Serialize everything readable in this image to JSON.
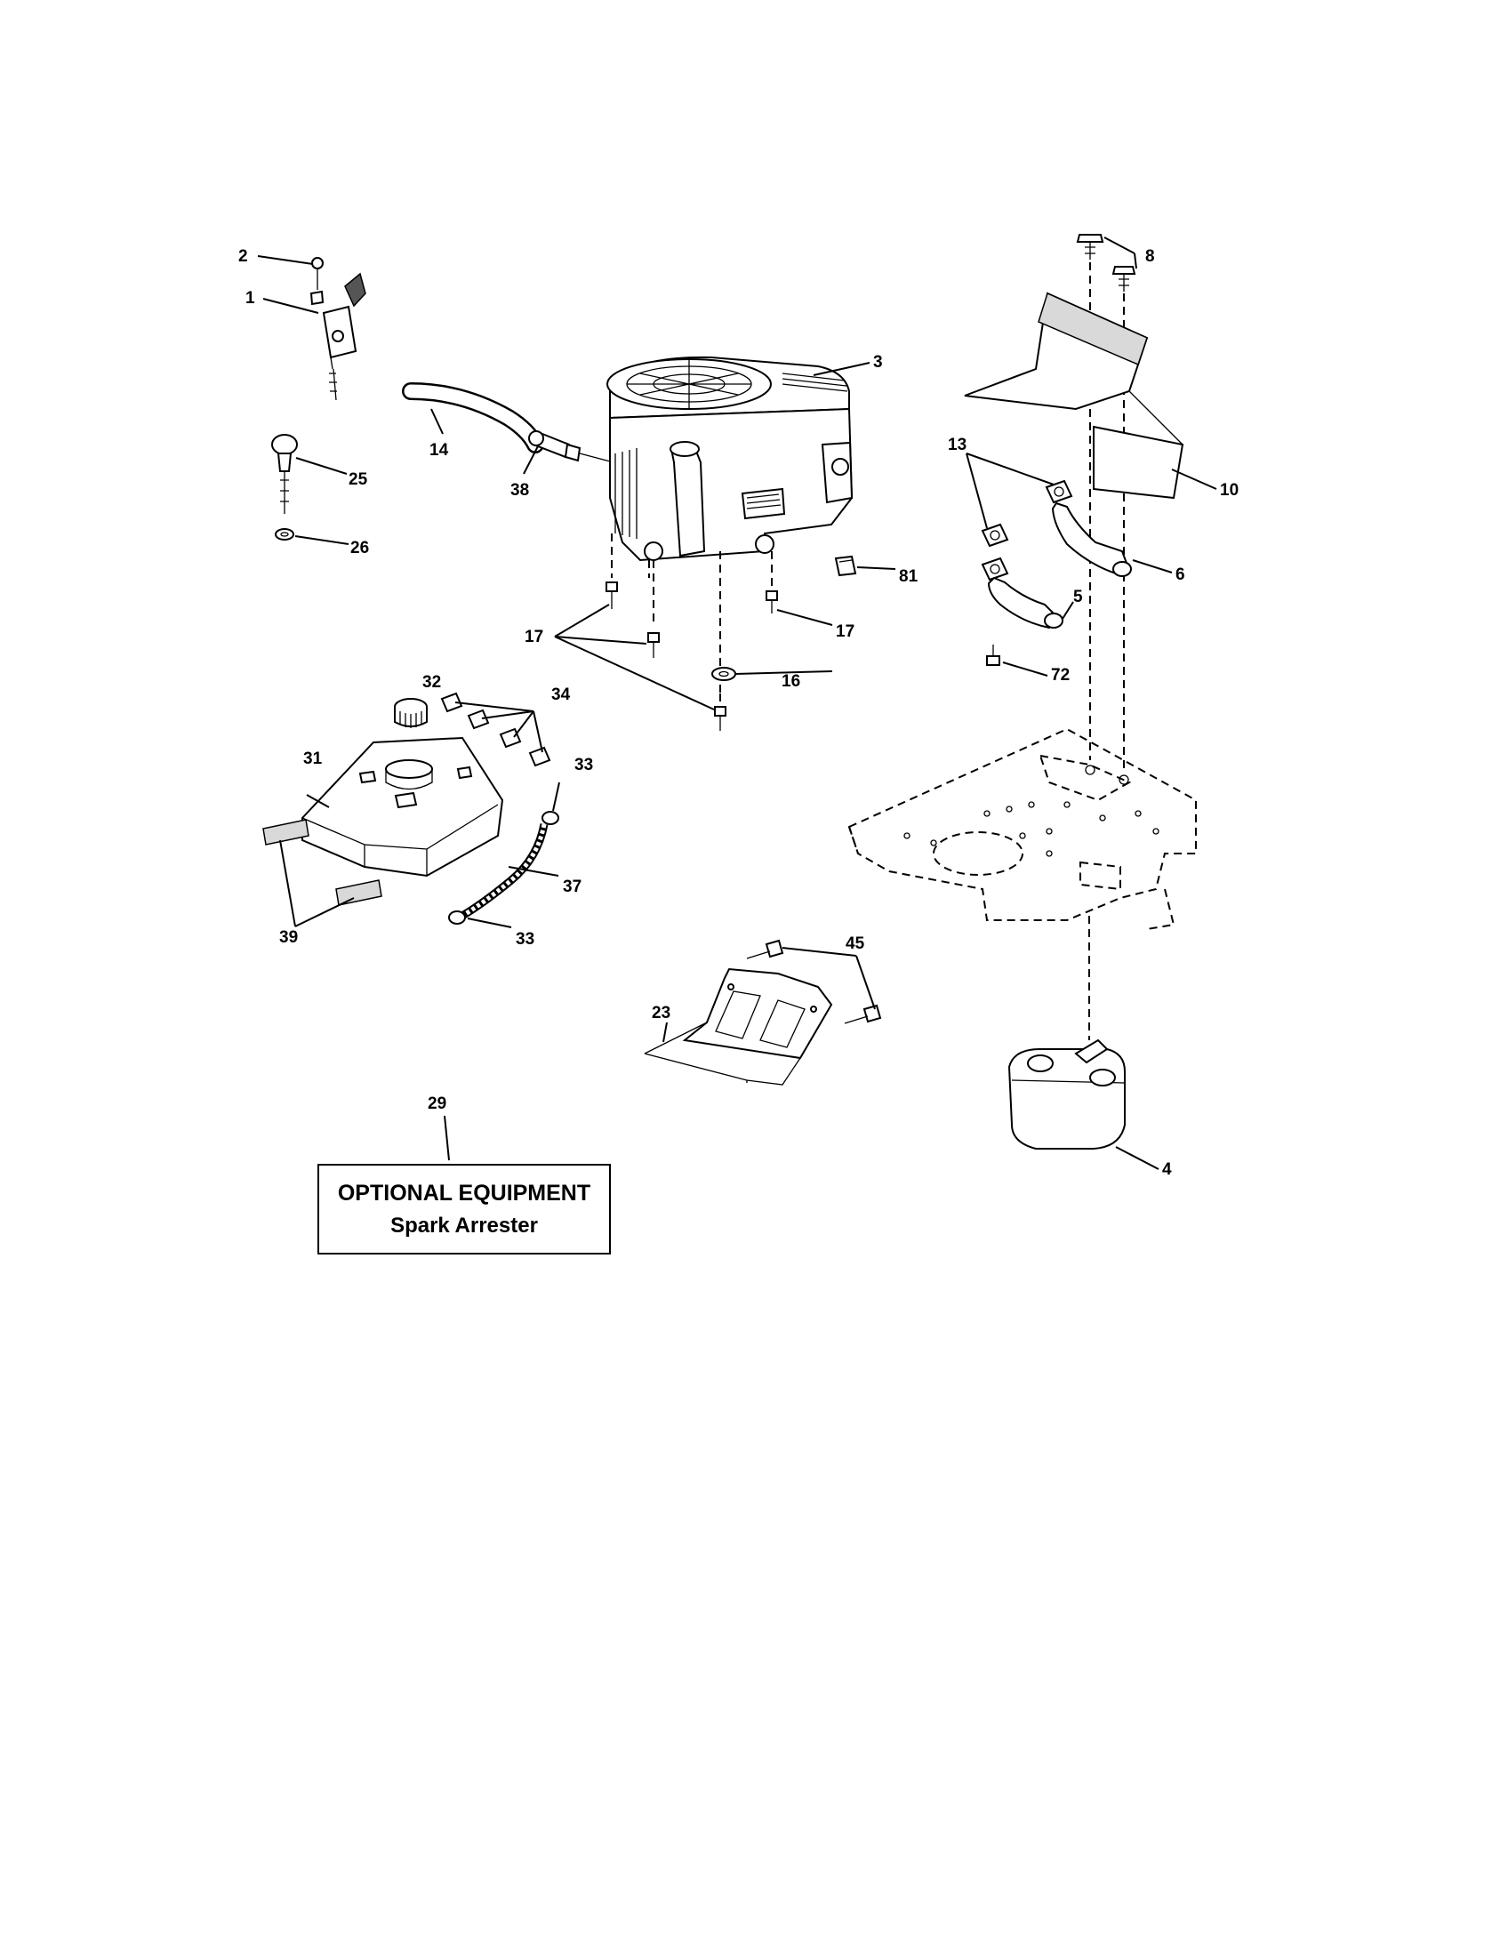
{
  "callouts": {
    "c1": "1",
    "c2": "2",
    "c3": "3",
    "c4": "4",
    "c5": "5",
    "c6": "6",
    "c8": "8",
    "c10": "10",
    "c13": "13",
    "c14": "14",
    "c16": "16",
    "c17a": "17",
    "c17b": "17",
    "c23": "23",
    "c25": "25",
    "c26": "26",
    "c29": "29",
    "c31": "31",
    "c32": "32",
    "c33a": "33",
    "c33b": "33",
    "c34": "34",
    "c37": "37",
    "c38": "38",
    "c39": "39",
    "c45": "45",
    "c72": "72",
    "c81": "81"
  },
  "optional_equipment": {
    "title": "OPTIONAL EQUIPMENT",
    "subtitle": "Spark Arrester"
  }
}
